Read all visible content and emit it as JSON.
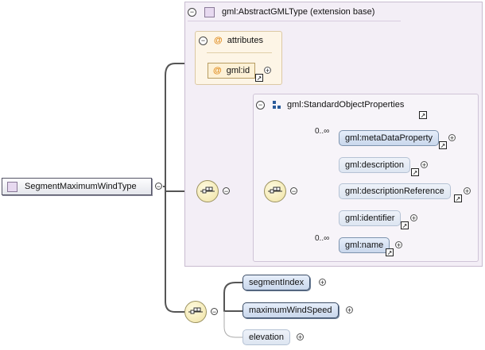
{
  "root": {
    "name": "SegmentMaximumWindType"
  },
  "extension_base": {
    "label": "gml:AbstractGMLType (extension base)"
  },
  "attributes": {
    "title": "attributes",
    "symbol": "@",
    "items": [
      {
        "name": "gml:id"
      }
    ]
  },
  "group": {
    "name": "gml:StandardObjectProperties",
    "elements": [
      {
        "name": "gml:metaDataProperty",
        "occurrence": "0..∞"
      },
      {
        "name": "gml:description"
      },
      {
        "name": "gml:descriptionReference"
      },
      {
        "name": "gml:identifier"
      },
      {
        "name": "gml:name",
        "occurrence": "0..∞"
      }
    ]
  },
  "local_sequence": {
    "elements": [
      {
        "name": "segmentIndex"
      },
      {
        "name": "maximumWindSpeed"
      },
      {
        "name": "elevation"
      }
    ]
  },
  "glyphs": {
    "collapse": "⊖",
    "minus": "−",
    "expand": "+",
    "link": "↗"
  },
  "colors": {
    "extension_bg": "#f3eef6",
    "attribute_bg": "#fdf5e6",
    "element_fill": "#c9d7ec",
    "compositor_fill": "#efe2a4",
    "wire": "#555555"
  }
}
